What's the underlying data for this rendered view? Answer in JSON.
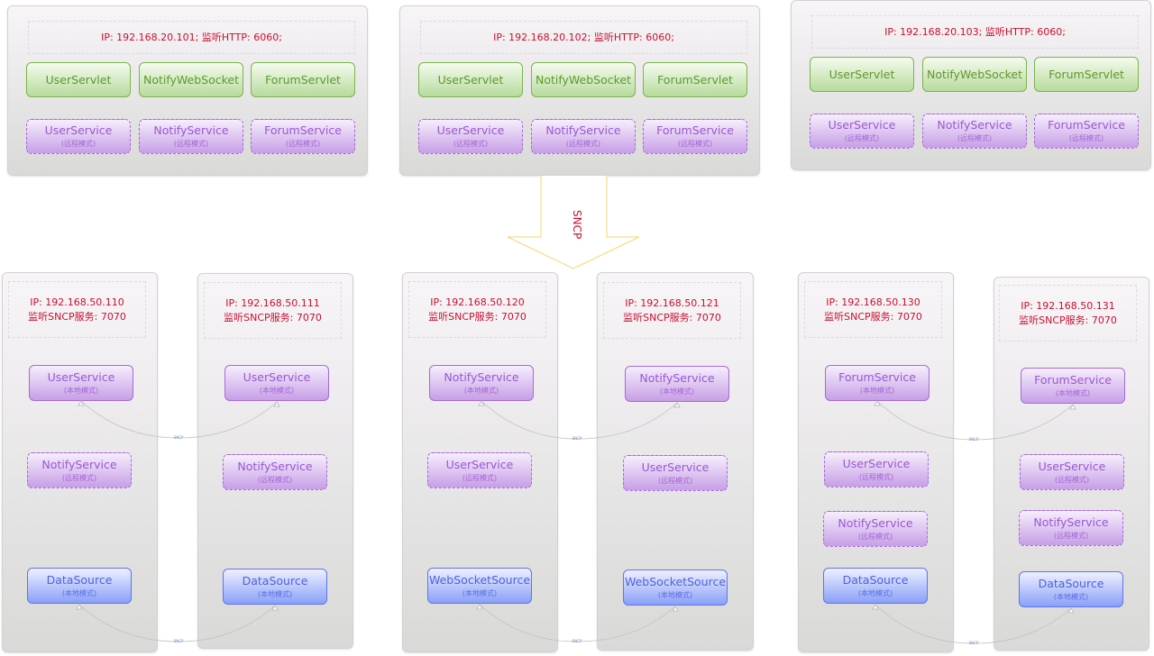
{
  "http_servers": [
    {
      "ip_label": "IP: 192.168.20.101;  监听HTTP: 6060;",
      "servlets": [
        "UserServlet",
        "NotifyWebSocket",
        "ForumServlet"
      ],
      "services": [
        {
          "name": "UserService",
          "mode": "(远程模式)"
        },
        {
          "name": "NotifyService",
          "mode": "(远程模式)"
        },
        {
          "name": "ForumService",
          "mode": "(远程模式)"
        }
      ]
    },
    {
      "ip_label": "IP: 192.168.20.102;  监听HTTP: 6060;",
      "servlets": [
        "UserServlet",
        "NotifyWebSocket",
        "ForumServlet"
      ],
      "services": [
        {
          "name": "UserService",
          "mode": "(远程模式)"
        },
        {
          "name": "NotifyService",
          "mode": "(远程模式)"
        },
        {
          "name": "ForumService",
          "mode": "(远程模式)"
        }
      ]
    },
    {
      "ip_label": "IP: 192.168.20.103;  监听HTTP: 6060;",
      "servlets": [
        "UserServlet",
        "NotifyWebSocket",
        "ForumServlet"
      ],
      "services": [
        {
          "name": "UserService",
          "mode": "(远程模式)"
        },
        {
          "name": "NotifyService",
          "mode": "(远程模式)"
        },
        {
          "name": "ForumService",
          "mode": "(远程模式)"
        }
      ]
    }
  ],
  "arrow_label": "SNCP",
  "link_label": "SNCP",
  "sncp_nodes": [
    {
      "ip": "IP: 192.168.50.110",
      "listen": "监听SNCP服务: 7070",
      "services": [
        {
          "name": "UserService",
          "mode": "(本地模式)",
          "kind": "local"
        },
        {
          "name": "NotifyService",
          "mode": "(远程模式)",
          "kind": "remote"
        },
        {
          "name": "DataSource",
          "mode": "(本地模式)",
          "kind": "source"
        }
      ]
    },
    {
      "ip": "IP: 192.168.50.111",
      "listen": "监听SNCP服务: 7070",
      "services": [
        {
          "name": "UserService",
          "mode": "(本地模式)",
          "kind": "local"
        },
        {
          "name": "NotifyService",
          "mode": "(远程模式)",
          "kind": "remote"
        },
        {
          "name": "DataSource",
          "mode": "(本地模式)",
          "kind": "source"
        }
      ]
    },
    {
      "ip": "IP: 192.168.50.120",
      "listen": "监听SNCP服务: 7070",
      "services": [
        {
          "name": "NotifyService",
          "mode": "(本地模式)",
          "kind": "local"
        },
        {
          "name": "UserService",
          "mode": "(远程模式)",
          "kind": "remote"
        },
        {
          "name": "WebSocketSource",
          "mode": "(本地模式)",
          "kind": "source"
        }
      ]
    },
    {
      "ip": "IP: 192.168.50.121",
      "listen": "监听SNCP服务: 7070",
      "services": [
        {
          "name": "NotifyService",
          "mode": "(本地模式)",
          "kind": "local"
        },
        {
          "name": "UserService",
          "mode": "(远程模式)",
          "kind": "remote"
        },
        {
          "name": "WebSocketSource",
          "mode": "(本地模式)",
          "kind": "source"
        }
      ]
    },
    {
      "ip": "IP: 192.168.50.130",
      "listen": "监听SNCP服务: 7070",
      "services": [
        {
          "name": "ForumService",
          "mode": "(本地模式)",
          "kind": "local"
        },
        {
          "name": "UserService",
          "mode": "(远程模式)",
          "kind": "remote"
        },
        {
          "name": "NotifyService",
          "mode": "(远程模式)",
          "kind": "remote"
        },
        {
          "name": "DataSource",
          "mode": "(本地模式)",
          "kind": "source"
        }
      ]
    },
    {
      "ip": "IP: 192.168.50.131",
      "listen": "监听SNCP服务: 7070",
      "services": [
        {
          "name": "ForumService",
          "mode": "(本地模式)",
          "kind": "local"
        },
        {
          "name": "UserService",
          "mode": "(远程模式)",
          "kind": "remote"
        },
        {
          "name": "NotifyService",
          "mode": "(远程模式)",
          "kind": "remote"
        },
        {
          "name": "DataSource",
          "mode": "(本地模式)",
          "kind": "source"
        }
      ]
    }
  ],
  "colors": {
    "ip_text": "#c8102e",
    "servlet": "#7ab648",
    "service": "#a66ad9",
    "source": "#5d74ee",
    "arrow": "#f7d56b",
    "link": "#c0c0c0"
  }
}
